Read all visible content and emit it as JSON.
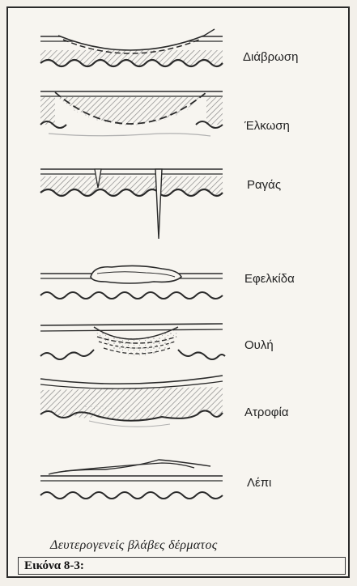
{
  "figure": {
    "lesions": [
      {
        "id": "diavrosi",
        "label": "Διάβρωση"
      },
      {
        "id": "elkosi",
        "label": "Έλκωση"
      },
      {
        "id": "ragas",
        "label": "Ραγάς"
      },
      {
        "id": "efelkida",
        "label": "Εφελκίδα"
      },
      {
        "id": "oyli",
        "label": "Ουλή"
      },
      {
        "id": "atrofia",
        "label": "Ατροφία"
      },
      {
        "id": "lepi",
        "label": "Λέπι"
      }
    ],
    "caption": "Δευτερογενείς βλάβες δέρματος",
    "figure_label": "Εικόνα 8-3:"
  },
  "colors": {
    "ink": "#2a2a2a",
    "hatch": "#8a8a8a",
    "background": "#f7f5f0"
  }
}
